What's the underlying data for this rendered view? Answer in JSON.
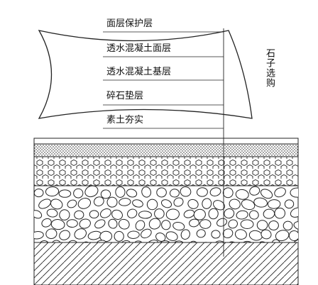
{
  "layers": [
    "面层保护层",
    "透水混凝土面层",
    "透水混凝土基层",
    "碎石垫层",
    "素土夯实"
  ],
  "side_label": "石子选购"
}
